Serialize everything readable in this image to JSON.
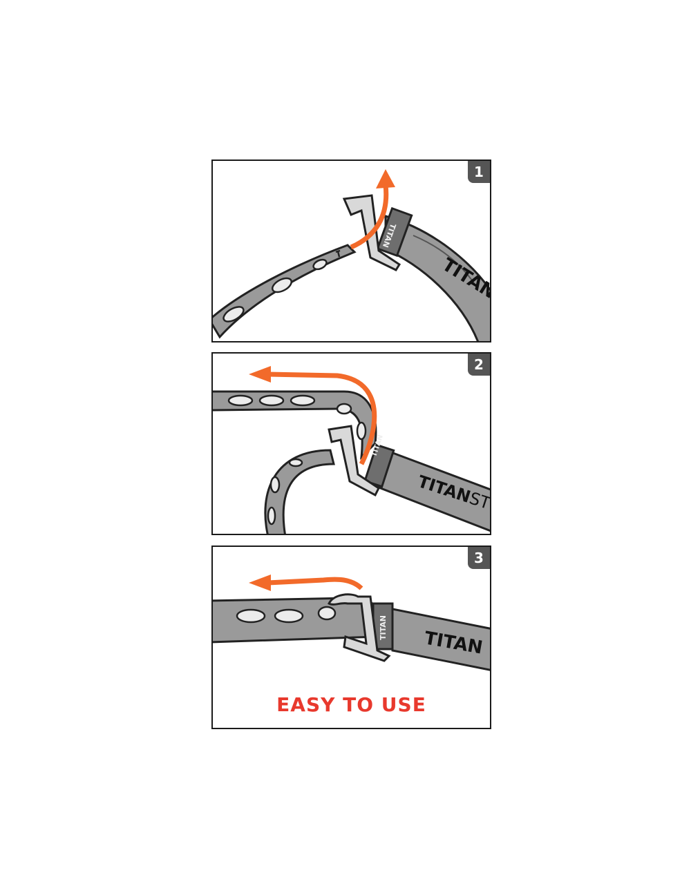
{
  "steps": [
    {
      "number": "1",
      "strap_text": "TITAN",
      "buckle_text": "TITAN"
    },
    {
      "number": "2",
      "strap_text_bold": "TITAN",
      "strap_text_thin": "ST",
      "buckle_text": "TITAN"
    },
    {
      "number": "3",
      "strap_text": "TITAN",
      "buckle_text": "TITAN"
    }
  ],
  "caption": "EASY TO USE",
  "colors": {
    "accent": "#f26a2a",
    "caption": "#e8392d",
    "strap": "#9a9a9a",
    "strap_dark": "#6e6e6e",
    "outline": "#222222",
    "buckle": "#d9d9d9",
    "badge": "#555555"
  }
}
